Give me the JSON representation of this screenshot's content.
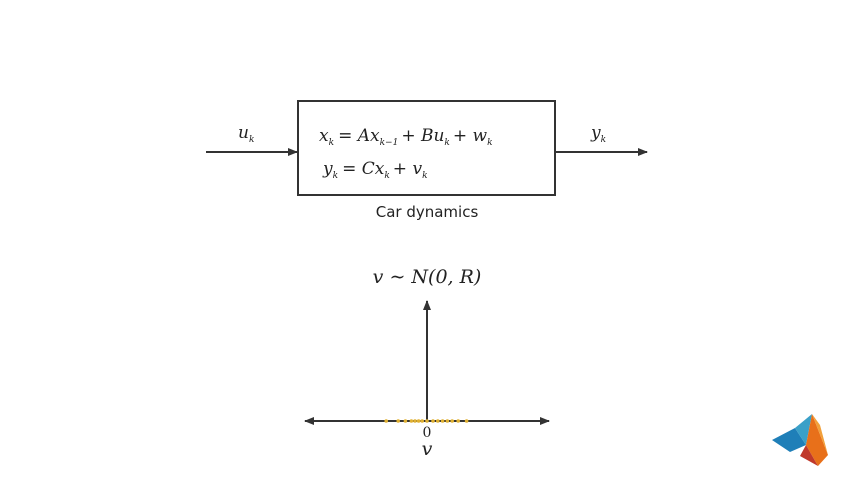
{
  "block": {
    "input_label": "u",
    "input_sub": "k",
    "output_label": "y",
    "output_sub": "k",
    "eq1": {
      "lhs": "x",
      "lhs_sub": "k",
      "rhs_a": "= Ax",
      "rhs_a_sub": "k−1",
      "rhs_b": "+ Bu",
      "rhs_b_sub": "k",
      "rhs_c": "+ w",
      "rhs_c_sub": "k"
    },
    "eq2": {
      "lhs": "y",
      "lhs_sub": "k",
      "rhs_a": "= Cx",
      "rhs_a_sub": "k",
      "rhs_b": "+ v",
      "rhs_b_sub": "k"
    },
    "caption": "Car dynamics"
  },
  "plot": {
    "title": "v ∼ N(0, R)",
    "origin_label": "0",
    "xlabel": "v",
    "samples": [
      -0.34,
      -0.24,
      -0.18,
      -0.13,
      -0.1,
      -0.07,
      -0.04,
      0,
      0.05,
      0.09,
      0.13,
      0.17,
      0.21,
      0.26,
      0.33
    ],
    "sample_color": "#e0b030"
  },
  "logo": "MATLAB"
}
